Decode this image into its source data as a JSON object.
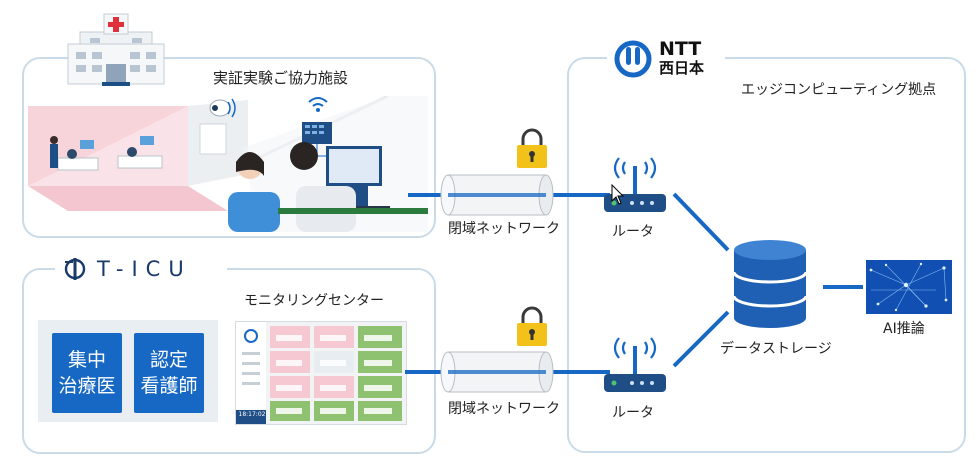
{
  "facility": {
    "title": "実証実験ご協力施設"
  },
  "monitoring": {
    "logo_text": "T-ICU",
    "title": "モニタリングセンター",
    "staff": [
      {
        "lines": [
          "集中",
          "治療医"
        ]
      },
      {
        "lines": [
          "認定",
          "看護師"
        ]
      }
    ],
    "screen_time": "18:17:02"
  },
  "network": {
    "closed_label_top": "閉域ネットワーク",
    "closed_label_bottom": "閉域ネットワーク"
  },
  "edge": {
    "logo_line1": "NTT",
    "logo_line2": "西日本",
    "title": "エッジコンピューティング拠点",
    "router_top": "ルータ",
    "router_bottom": "ルータ",
    "storage": "データストレージ",
    "ai": "AI推論"
  },
  "colors": {
    "accent": "#1668c4",
    "panel_border": "#c9dbe8",
    "lock": "#f2c21a"
  }
}
